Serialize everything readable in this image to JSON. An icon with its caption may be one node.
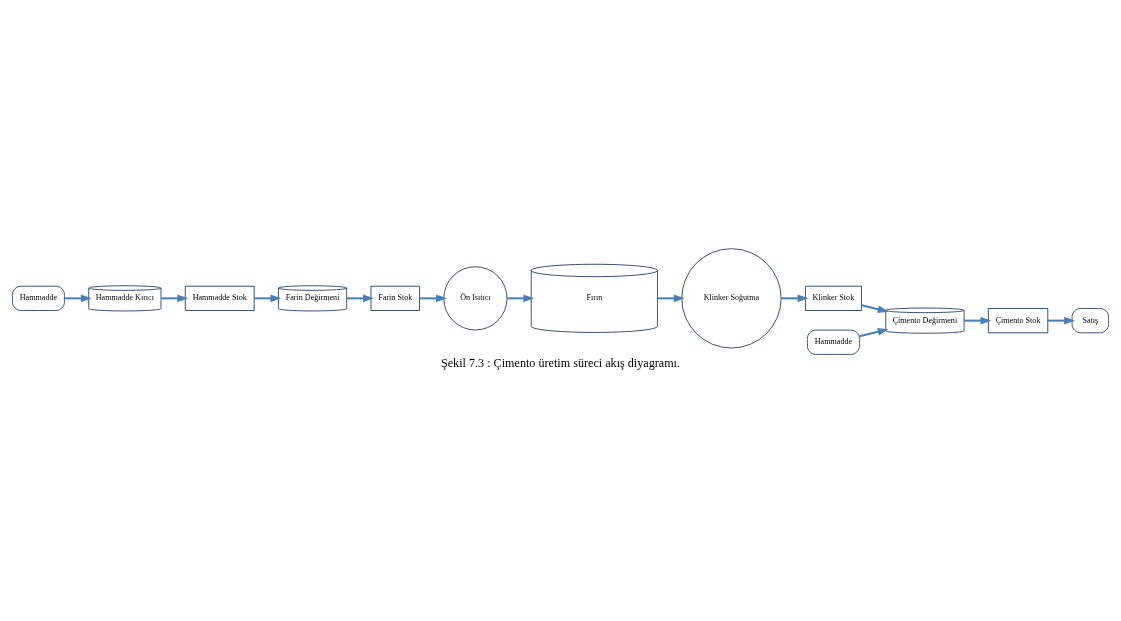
{
  "diagram": {
    "caption": "Şekil 7.3 : Çimento üretim süreci akış diyagramı.",
    "nodes": [
      {
        "text": [
          "Hammadde"
        ]
      },
      {
        "text": [
          "Hammadde Kırıcı"
        ]
      },
      {
        "text": [
          "Hammadde Stok"
        ]
      },
      {
        "text": [
          "Farin Değirmeni"
        ]
      },
      {
        "text": [
          "Farin Stok"
        ]
      },
      {
        "text": [
          "Ön Isıtıcı"
        ]
      },
      {
        "text": [
          "Fırın"
        ]
      },
      {
        "text": [
          "Klinker Soğutma"
        ]
      },
      {
        "text": [
          "Klinker Stok"
        ]
      },
      {
        "text": [
          "Hammadde"
        ]
      },
      {
        "text": [
          "Çimento Değirmeni"
        ]
      },
      {
        "text": [
          "Çimento Stok"
        ]
      },
      {
        "text": [
          "Satış"
        ]
      }
    ],
    "edges": [
      {
        "from": 0,
        "to": 1,
        "arrow": "to"
      },
      {
        "from": 1,
        "to": 2,
        "arrow": "to"
      },
      {
        "from": 2,
        "to": 3,
        "arrow": "to"
      },
      {
        "from": 3,
        "to": 4,
        "arrow": "to"
      },
      {
        "from": 4,
        "to": 5,
        "arrow": "to"
      },
      {
        "from": 5,
        "to": 6,
        "arrow": "to"
      },
      {
        "from": 6,
        "to": 7,
        "arrow": "to"
      },
      {
        "from": 7,
        "to": 8,
        "arrow": "to"
      },
      {
        "from": 8,
        "to": 10,
        "arrow": "to"
      },
      {
        "from": 9,
        "to": 10,
        "arrow": "to"
      },
      {
        "from": 10,
        "to": 11,
        "arrow": "to"
      },
      {
        "from": 11,
        "to": 12,
        "arrow": "to"
      }
    ]
  }
}
